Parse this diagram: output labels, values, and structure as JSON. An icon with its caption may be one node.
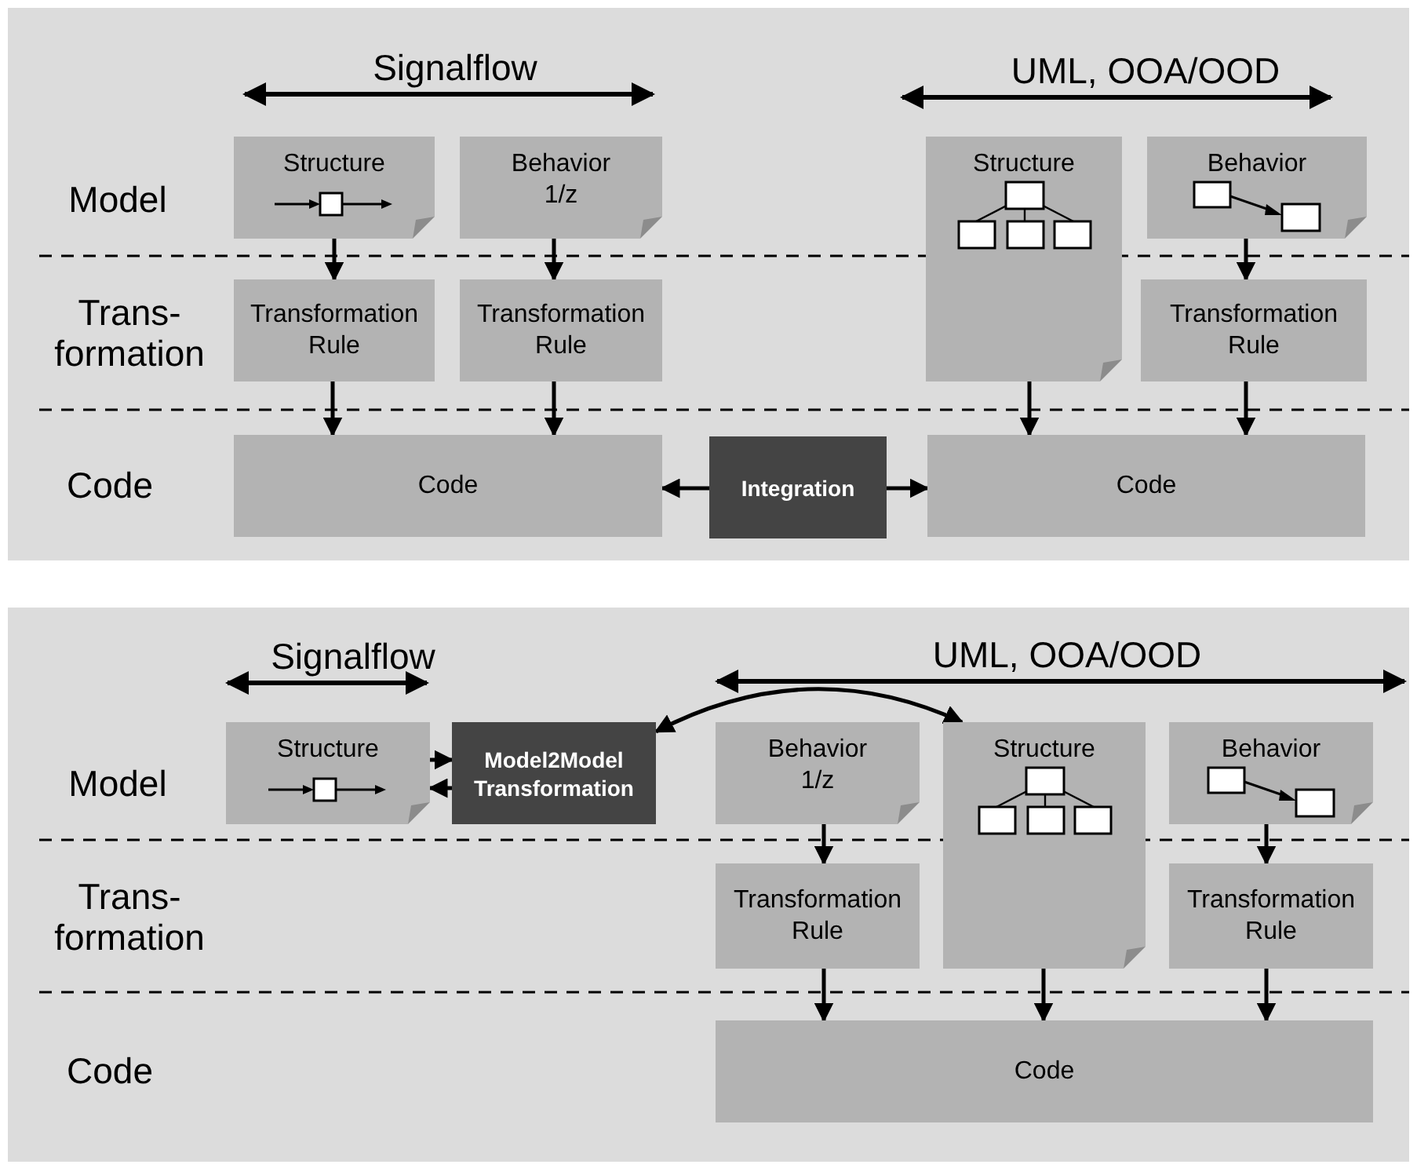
{
  "diagram": {
    "nodes": [
      {
        "text": [
          "Structure"
        ]
      },
      {
        "text": [
          "Behavior",
          "1/z"
        ]
      },
      {
        "text": [
          "Transformation Rule"
        ]
      },
      {
        "text": [
          "Transformation Rule"
        ]
      },
      {
        "text": [
          "Code"
        ]
      },
      {
        "text": [
          "Integration"
        ]
      },
      {
        "text": [
          "Structure"
        ]
      },
      {
        "text": [
          "Behavior"
        ]
      },
      {
        "text": [
          "Transformation Rule"
        ]
      },
      {
        "text": [
          "Code"
        ]
      },
      {
        "text": [
          "Structure"
        ]
      },
      {
        "text": [
          "Model2Model Transformation"
        ]
      },
      {
        "text": [
          "Behavior",
          "1/z"
        ]
      },
      {
        "text": [
          "Structure"
        ]
      },
      {
        "text": [
          "Behavior"
        ]
      },
      {
        "text": [
          "Transformation Rule"
        ]
      },
      {
        "text": [
          "Transformation Rule"
        ]
      },
      {
        "text": [
          "Code"
        ]
      }
    ],
    "edges": [
      {
        "from": 0,
        "to": 2,
        "arrow": "to"
      },
      {
        "from": 1,
        "to": 3,
        "arrow": "to"
      },
      {
        "from": 2,
        "to": 4,
        "arrow": "to"
      },
      {
        "from": 3,
        "to": 4,
        "arrow": "to"
      },
      {
        "from": 5,
        "to": 4,
        "arrow": "to"
      },
      {
        "from": 5,
        "to": 9,
        "arrow": "to"
      },
      {
        "from": 6,
        "to": 9,
        "arrow": "to"
      },
      {
        "from": 7,
        "to": 8,
        "arrow": "to"
      },
      {
        "from": 8,
        "to": 9,
        "arrow": "to"
      },
      {
        "from": 10,
        "to": 11,
        "arrow": "to"
      },
      {
        "from": 11,
        "to": 10,
        "arrow": "to"
      },
      {
        "from": 11,
        "to": 13,
        "arrow": "both"
      },
      {
        "from": 12,
        "to": 15,
        "arrow": "to"
      },
      {
        "from": 15,
        "to": 17,
        "arrow": "to"
      },
      {
        "from": 13,
        "to": 17,
        "arrow": "to"
      },
      {
        "from": 14,
        "to": 16,
        "arrow": "to"
      },
      {
        "from": 16,
        "to": 17,
        "arrow": "to"
      }
    ],
    "labels": [
      "Signalflow",
      "UML, OOA/OOD",
      "Model",
      "Trans- formation",
      "Code",
      "Signalflow",
      "UML, OOA/OOD",
      "Model",
      "Trans- formation",
      "Code"
    ]
  }
}
